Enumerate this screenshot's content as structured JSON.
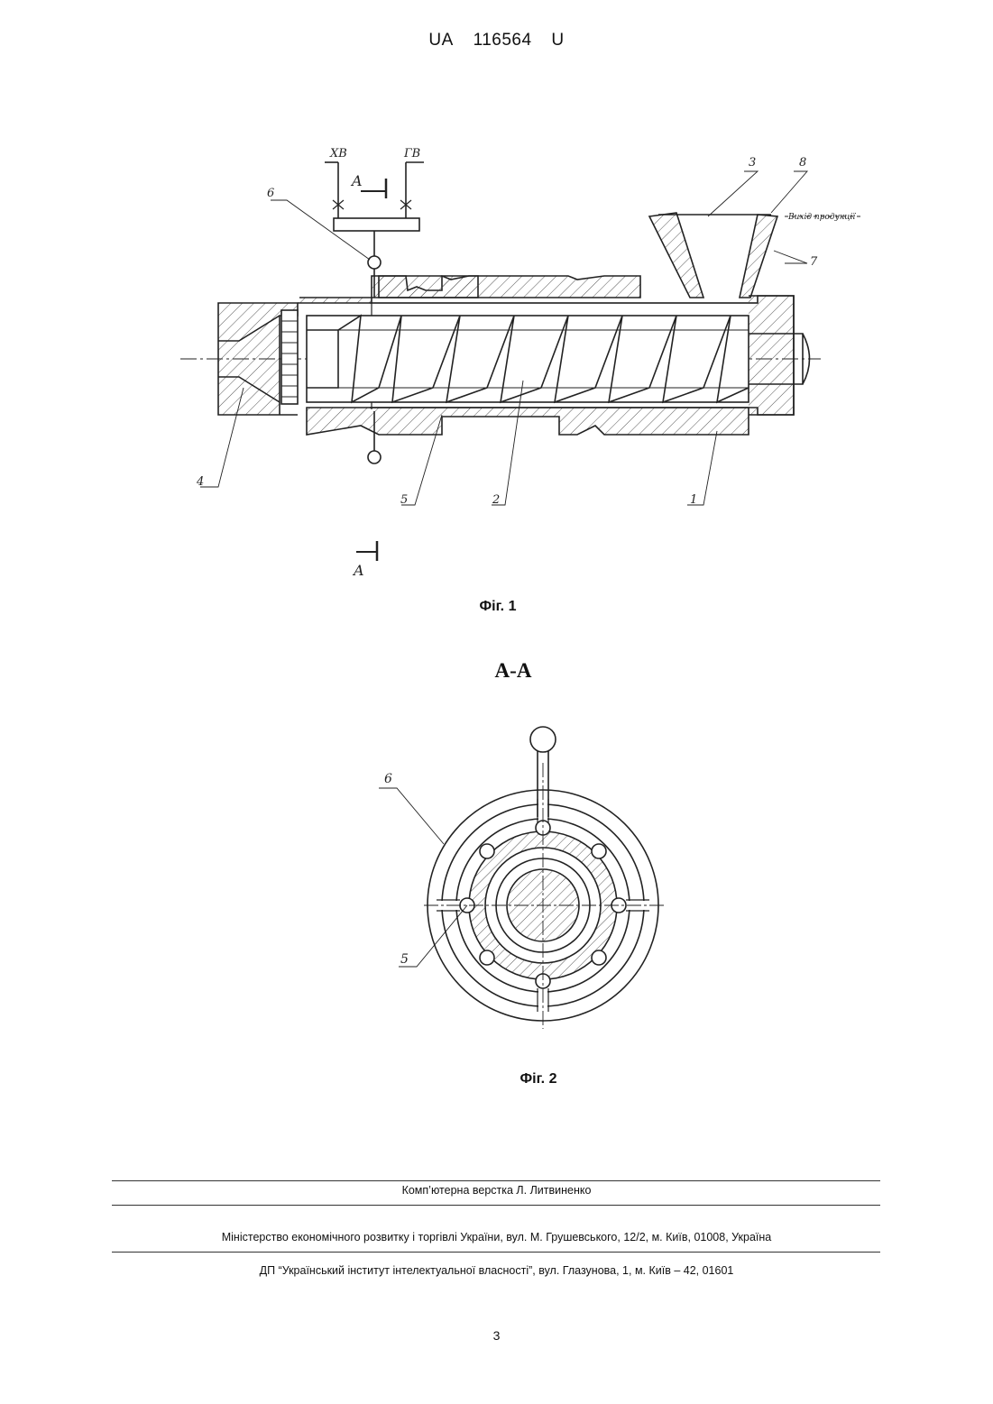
{
  "header": {
    "country": "UA",
    "number": "116564",
    "kind": "U"
  },
  "figure1": {
    "caption": "Фіг. 1",
    "section_mark": "A",
    "pipe_labels": {
      "left": "ХВ",
      "right": "ГВ"
    },
    "outlet_label": "Вихід продукції",
    "part_labels": [
      "1",
      "2",
      "3",
      "4",
      "5",
      "6",
      "7",
      "8"
    ]
  },
  "figure2": {
    "section_title": "А-А",
    "caption": "Фіг. 2",
    "part_labels": [
      "5",
      "6"
    ]
  },
  "footer": {
    "layout": "Комп’ютерна верстка Л. Литвиненко",
    "ministry": "Міністерство економічного розвитку і торгівлі України, вул. М. Грушевського, 12/2, м. Київ, 01008, Україна",
    "institute": "ДП “Український інститут інтелектуальної власності”, вул. Глазунова, 1, м. Київ – 42, 01601"
  },
  "page_number": "3"
}
